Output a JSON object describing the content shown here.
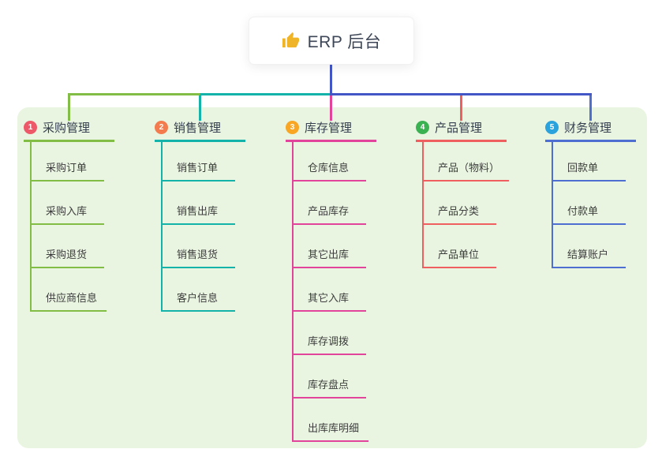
{
  "root": {
    "icon": "thumbs-up",
    "label": "ERP 后台",
    "icon_color": "#f0b429"
  },
  "canvas": {
    "background": "#ffffff",
    "container_bg": "#e9f5e1",
    "root_connector_color": "#4356c5"
  },
  "branches": [
    {
      "num": "1",
      "title": "采购管理",
      "badge_color": "#ed5968",
      "line_color": "#82bd45",
      "items": [
        "采购订单",
        "采购入库",
        "采购退货",
        "供应商信息"
      ]
    },
    {
      "num": "2",
      "title": "销售管理",
      "badge_color": "#f47b4d",
      "line_color": "#14b3aa",
      "items": [
        "销售订单",
        "销售出库",
        "销售退货",
        "客户信息"
      ]
    },
    {
      "num": "3",
      "title": "库存管理",
      "badge_color": "#f8a623",
      "line_color": "#e2449c",
      "items": [
        "仓库信息",
        "产品库存",
        "其它出库",
        "其它入库",
        "库存调拨",
        "库存盘点",
        "出库库明细"
      ]
    },
    {
      "num": "4",
      "title": "产品管理",
      "badge_color": "#3bb252",
      "line_color": "#f05f5f",
      "items": [
        "产品（物料）",
        "产品分类",
        "产品单位"
      ]
    },
    {
      "num": "5",
      "title": "财务管理",
      "badge_color": "#2ba2dc",
      "line_color": "#4f6ed2",
      "items": [
        "回款单",
        "付款单",
        "结算账户"
      ]
    }
  ]
}
